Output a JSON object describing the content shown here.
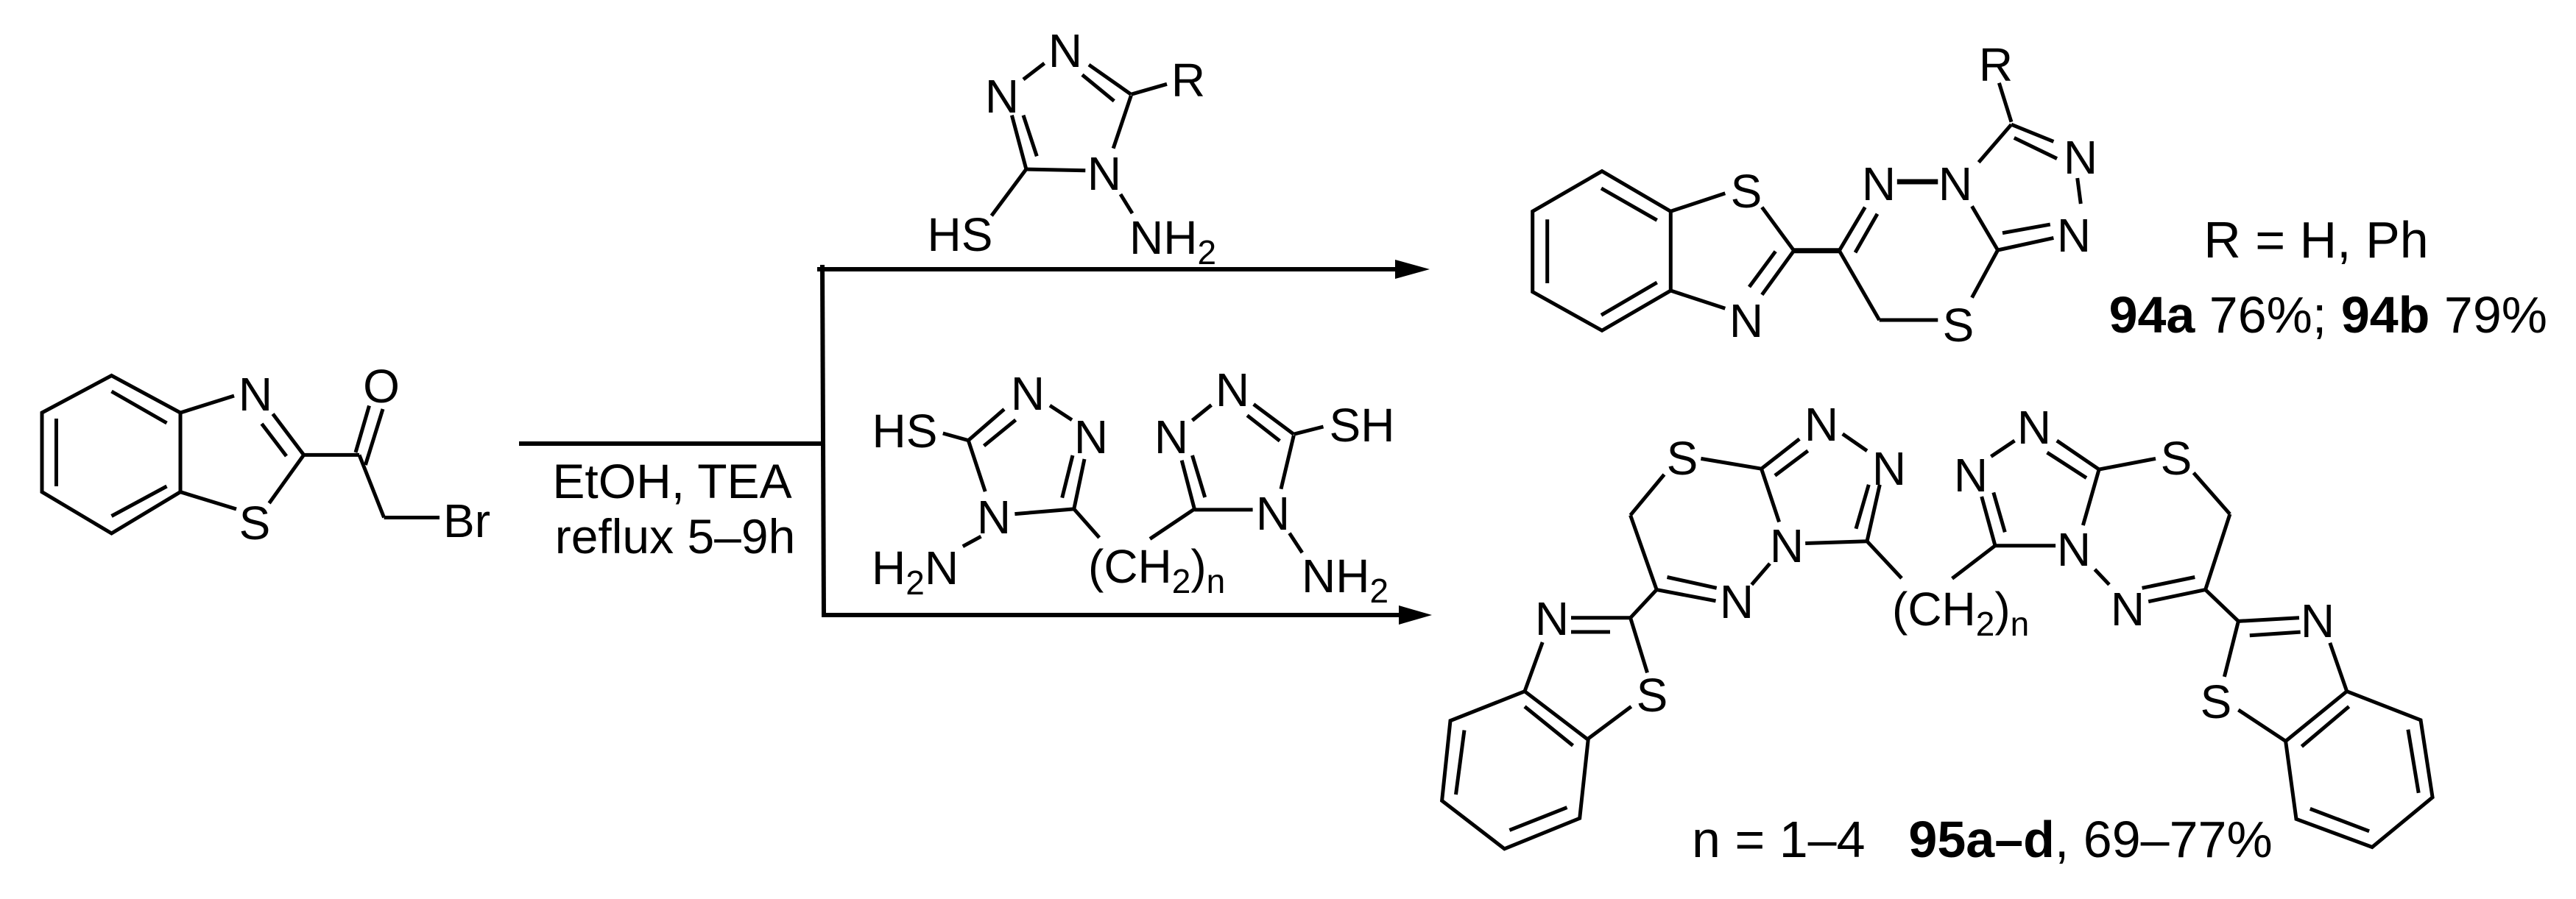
{
  "scheme": {
    "type": "reaction-scheme",
    "colors": {
      "ink": "#000000",
      "background": "#ffffff"
    }
  },
  "starting_material": {
    "name": "2-bromo-1-(benzothiazol-2-yl)ethanone",
    "labels": {
      "n": "N",
      "s": "S",
      "o": "O",
      "br": "Br"
    }
  },
  "conditions": {
    "line1": "EtOH, TEA",
    "line2": "reflux 5–9h"
  },
  "reagent_top": {
    "labels": {
      "n1": "N",
      "n2": "N",
      "r": "R",
      "hs": "HS",
      "n4": "N",
      "nh2_n": "NH",
      "nh2_sub": "2"
    }
  },
  "reagent_bottom": {
    "labels": {
      "hs": "HS",
      "n_a1": "N",
      "n_a2": "N",
      "n_a4": "N",
      "h2n_h": "H",
      "h2n_sub": "2",
      "h2n_n": "N",
      "ch2_open": "(CH",
      "ch2_sub": "2",
      "ch2_close": ")",
      "ch2_n": "n",
      "n_b1": "N",
      "n_b2": "N",
      "sh": "SH",
      "n_b4": "N",
      "nh2_n": "NH",
      "nh2_sub": "2"
    }
  },
  "product_top": {
    "labels": {
      "s_btz": "S",
      "n_btz": "N",
      "n_a": "N",
      "n_b": "N",
      "r": "R",
      "n_c": "N",
      "n_d": "N",
      "s_ring": "S"
    },
    "r_def": "R = H, Ph",
    "yield_a_id": "94a",
    "yield_a_val": " 76%; ",
    "yield_b_id": "94b",
    "yield_b_val": " 79%"
  },
  "product_bottom": {
    "labels": {
      "s_l": "S",
      "n_l1": "N",
      "n_l2": "N",
      "n_l3": "N",
      "n_l4": "N",
      "n_btz_l": "N",
      "s_btz_l": "S",
      "ch2_open": "(CH",
      "ch2_sub": "2",
      "ch2_close": ")",
      "ch2_n": "n",
      "n_r1": "N",
      "n_r2": "N",
      "s_r": "S",
      "n_r3": "N",
      "n_r4": "N",
      "n_btz_r": "N",
      "s_btz_r": "S"
    },
    "n_def": "n = 1–4  ",
    "product_id": "95a–d",
    "yield": ", 69–77%"
  }
}
